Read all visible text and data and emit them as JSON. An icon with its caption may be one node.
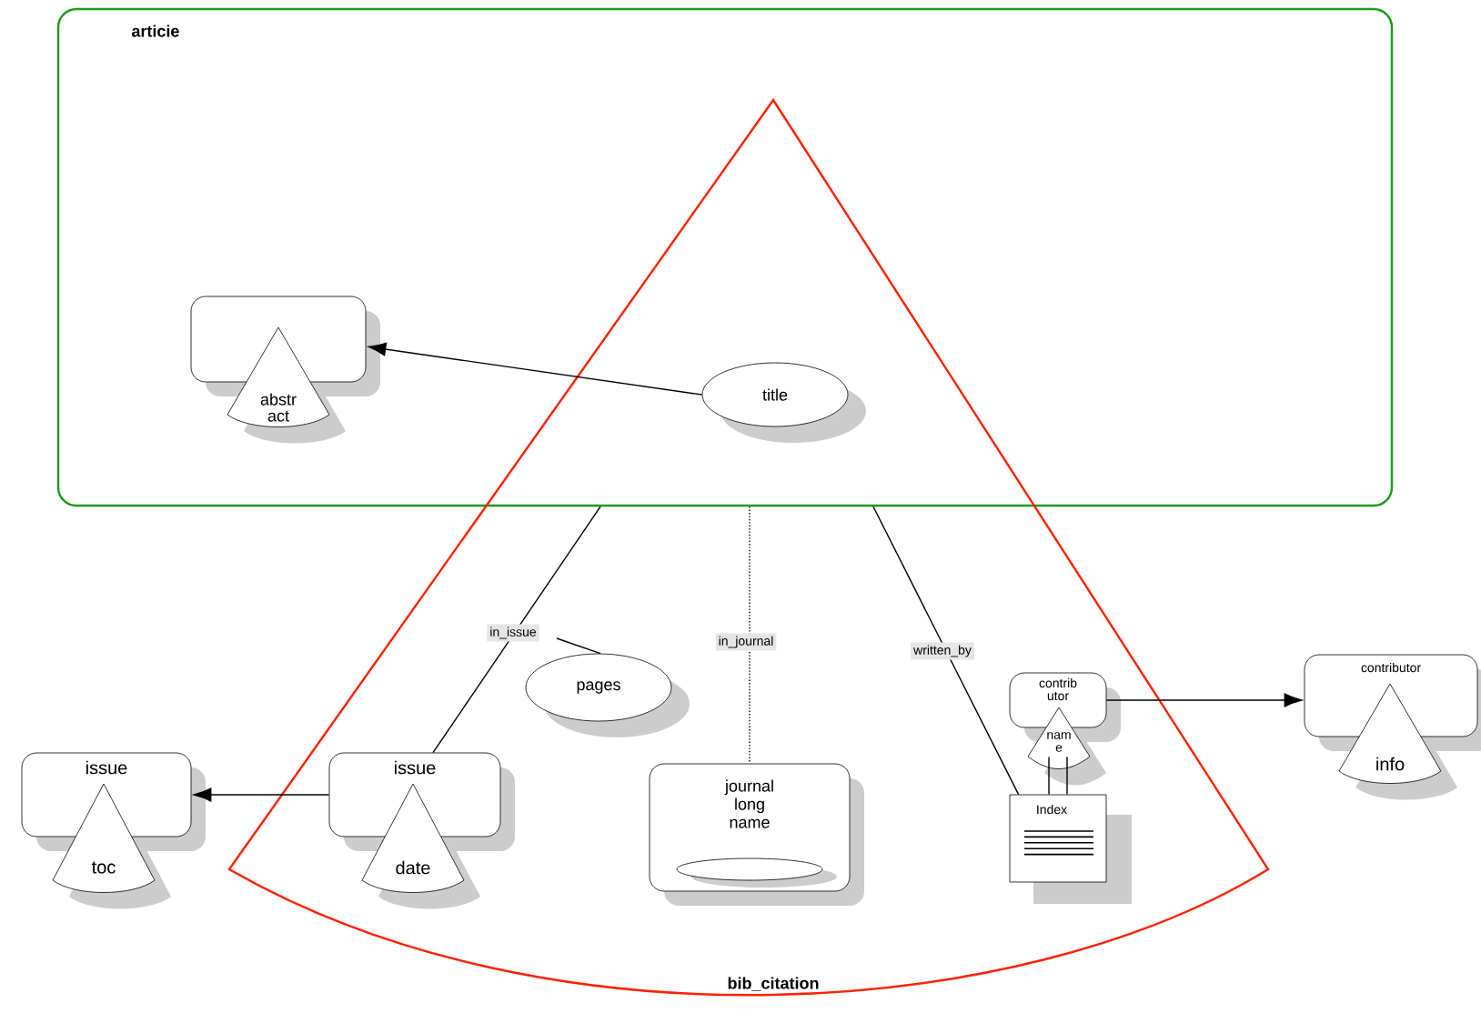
{
  "diagram": {
    "nodes": [
      {
        "text": [
          "articie"
        ]
      },
      {
        "text": [
          "bib_citation"
        ]
      },
      {
        "text": [
          "abstr act"
        ],
        "in": 0
      },
      {
        "text": [
          "title"
        ]
      },
      {
        "text": [
          "pages"
        ],
        "in": 1
      },
      {
        "text": [
          "contrib utor",
          "nam e"
        ],
        "in": 1
      },
      {
        "text": [
          "contributor",
          "info"
        ]
      },
      {
        "text": [
          "issue",
          "toc"
        ]
      },
      {
        "text": [
          "issue",
          "date"
        ],
        "in": 1
      },
      {
        "text": [
          "journal long name"
        ],
        "in": 1
      },
      {
        "text": [
          "Index"
        ],
        "in": 1
      }
    ],
    "edges": [
      {
        "from": 3,
        "to": 2,
        "arrow": "to"
      },
      {
        "from": 0,
        "to": 8,
        "arrow": "none",
        "label": "in_issue"
      },
      {
        "from": 0,
        "to": 9,
        "arrow": "none",
        "label": "in_journal",
        "style": "dashed"
      },
      {
        "from": 0,
        "to": 10,
        "arrow": "none",
        "label": "written_by"
      },
      {
        "from": 8,
        "to": 7,
        "arrow": "to"
      },
      {
        "from": 5,
        "to": 6,
        "arrow": "to"
      },
      {
        "from": 5,
        "to": 10,
        "arrow": "none"
      },
      {
        "from": 5,
        "to": 10,
        "arrow": "none"
      },
      {
        "from": null,
        "to": 4,
        "arrow": "none"
      }
    ]
  }
}
